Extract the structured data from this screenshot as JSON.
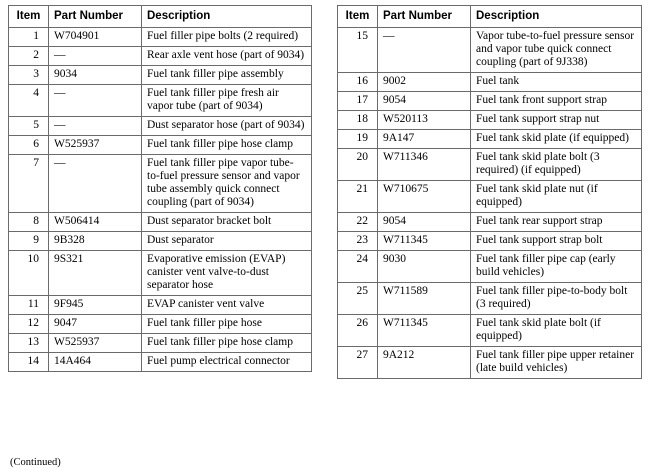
{
  "document": {
    "footer_note": "(Continued)",
    "dash_symbol": "—"
  },
  "tables": {
    "left": {
      "headers": {
        "item": "Item",
        "part_number": "Part Number",
        "description": "Description"
      },
      "rows": [
        {
          "item": "1",
          "part_number": "W704901",
          "description": "Fuel filler pipe bolts (2 required)"
        },
        {
          "item": "2",
          "part_number": "—",
          "description": "Rear axle vent hose (part of 9034)"
        },
        {
          "item": "3",
          "part_number": "9034",
          "description": "Fuel tank filler pipe assembly"
        },
        {
          "item": "4",
          "part_number": "—",
          "description": "Fuel tank filler pipe fresh air vapor tube (part of 9034)"
        },
        {
          "item": "5",
          "part_number": "—",
          "description": "Dust separator hose (part of 9034)"
        },
        {
          "item": "6",
          "part_number": "W525937",
          "description": "Fuel tank filler pipe hose clamp"
        },
        {
          "item": "7",
          "part_number": "—",
          "description": "Fuel tank filler pipe vapor tube-to-fuel pressure sensor and vapor tube assembly quick connect coupling (part of 9034)"
        },
        {
          "item": "8",
          "part_number": "W506414",
          "description": "Dust separator bracket bolt"
        },
        {
          "item": "9",
          "part_number": "9B328",
          "description": "Dust separator"
        },
        {
          "item": "10",
          "part_number": "9S321",
          "description": "Evaporative emission (EVAP) canister vent valve-to-dust separator hose"
        },
        {
          "item": "11",
          "part_number": "9F945",
          "description": "EVAP canister vent valve"
        },
        {
          "item": "12",
          "part_number": "9047",
          "description": "Fuel tank filler pipe hose"
        },
        {
          "item": "13",
          "part_number": "W525937",
          "description": "Fuel tank filler pipe hose clamp"
        },
        {
          "item": "14",
          "part_number": "14A464",
          "description": "Fuel pump electrical connector"
        }
      ]
    },
    "right": {
      "headers": {
        "item": "Item",
        "part_number": "Part Number",
        "description": "Description"
      },
      "rows": [
        {
          "item": "15",
          "part_number": "—",
          "description": "Vapor tube-to-fuel pressure sensor and vapor tube quick connect coupling (part of 9J338)"
        },
        {
          "item": "16",
          "part_number": "9002",
          "description": "Fuel tank"
        },
        {
          "item": "17",
          "part_number": "9054",
          "description": "Fuel tank front support strap"
        },
        {
          "item": "18",
          "part_number": "W520113",
          "description": "Fuel tank support strap nut"
        },
        {
          "item": "19",
          "part_number": "9A147",
          "description": "Fuel tank skid plate (if equipped)"
        },
        {
          "item": "20",
          "part_number": "W711346",
          "description": "Fuel tank skid plate bolt (3 required) (if equipped)"
        },
        {
          "item": "21",
          "part_number": "W710675",
          "description": "Fuel tank skid plate nut (if equipped)"
        },
        {
          "item": "22",
          "part_number": "9054",
          "description": "Fuel tank rear support strap"
        },
        {
          "item": "23",
          "part_number": "W711345",
          "description": "Fuel tank support strap bolt"
        },
        {
          "item": "24",
          "part_number": "9030",
          "description": "Fuel tank filler pipe cap (early build vehicles)"
        },
        {
          "item": "25",
          "part_number": "W711589",
          "description": "Fuel tank filler pipe-to-body bolt (3 required)"
        },
        {
          "item": "26",
          "part_number": "W711345",
          "description": "Fuel tank skid plate bolt (if equipped)"
        },
        {
          "item": "27",
          "part_number": "9A212",
          "description": "Fuel tank filler pipe upper retainer (late build vehicles)"
        }
      ]
    }
  }
}
